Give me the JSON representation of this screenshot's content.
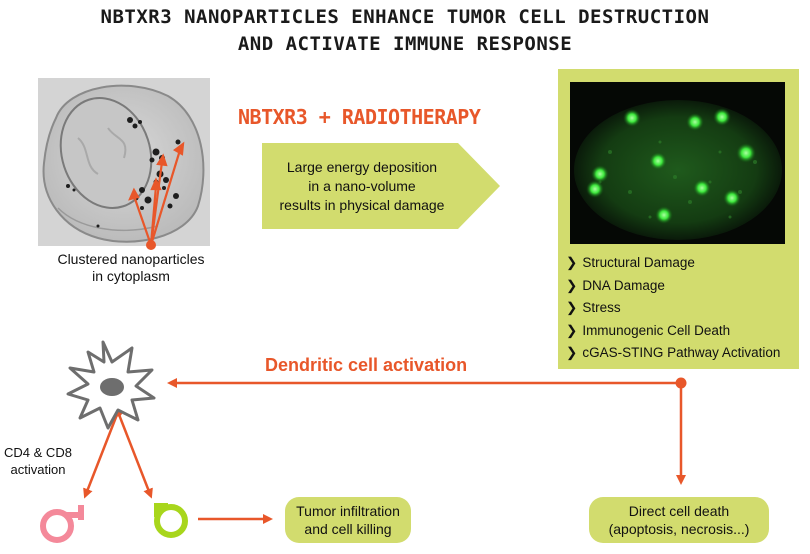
{
  "title": {
    "line1": "NBTXR3 NANOPARTICLES ENHANCE TUMOR CELL DESTRUCTION",
    "line2": "AND ACTIVATE IMMUNE RESPONSE"
  },
  "microscopy": {
    "caption_line1": "Clustered nanoparticles",
    "caption_line2": "in cytoplasm"
  },
  "combination_label": "NBTXR3 + RADIOTHERAPY",
  "energy_arrow": {
    "line1": "Large energy deposition",
    "line2": "in a nano-volume",
    "line3": "results in physical damage"
  },
  "effects": [
    "Structural Damage",
    "DNA Damage",
    "Stress",
    "Immunogenic Cell Death",
    "cGAS-STING Pathway Activation"
  ],
  "chevron": "❯",
  "dendritic_label": "Dendritic cell activation",
  "tcell_label": {
    "line1": "CD4 & CD8",
    "line2": "activation"
  },
  "tumor_box": {
    "line1": "Tumor infiltration",
    "line2": "and cell killing"
  },
  "death_box": {
    "line1": "Direct cell death",
    "line2": "(apoptosis, necrosis...)"
  },
  "colors": {
    "accent": "#e8572a",
    "lime": "#d2dc6e",
    "cd4": "#f4899a",
    "cd8": "#a8d61c",
    "foci": "#39e83c"
  },
  "icons": [
    "dendritic-cell-icon",
    "cd4-tcell-icon",
    "cd8-tcell-icon"
  ]
}
